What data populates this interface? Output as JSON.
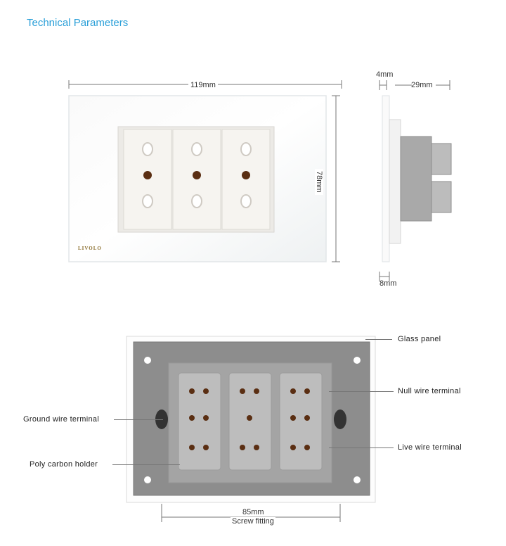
{
  "header": {
    "title": "Technical Parameters"
  },
  "front_view": {
    "width_label": "119mm",
    "height_label": "78mm",
    "brand": "LIVOLO",
    "socket_count": 3
  },
  "side_view": {
    "depth_label": "4mm",
    "body_label": "29mm",
    "bottom_label": "8mm"
  },
  "back_view": {
    "screw_distance_label": "85mm",
    "screw_label": "Screw fitting",
    "callouts": {
      "glass_panel": "Glass panel",
      "null_wire": "Null wire terminal",
      "live_wire": "Live wire terminal",
      "ground_wire": "Ground wire terminal",
      "poly_carbon": "Poly carbon holder"
    }
  },
  "colors": {
    "accent": "#2a9fd8",
    "panel": "#ffffff",
    "back_plate": "#8a8a8a",
    "module": "#b0b0b0",
    "pin": "#5a2e12"
  }
}
